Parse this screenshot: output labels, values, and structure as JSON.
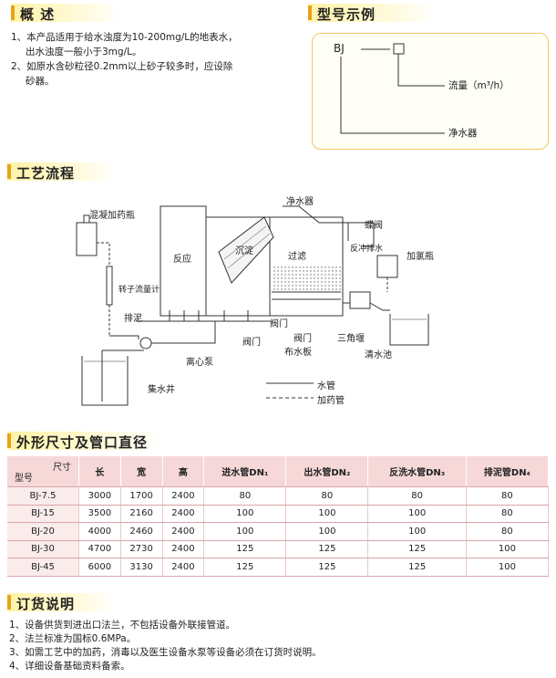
{
  "overview": {
    "title": "概 述",
    "items": [
      "1、本产品适用于给水浊度为10-200mg/L的地表水，",
      "出水浊度一般小于3mg/L。",
      "2、如原水含砂粒径0.2mm以上砂子较多时，应设除",
      "砂器。"
    ]
  },
  "model": {
    "title": "型号示例",
    "code": "BJ",
    "flow_label": "流量（m³/h）",
    "purifier_label": "净水器"
  },
  "process": {
    "title": "工艺流程",
    "labels": {
      "dosing_bottle": "混凝加药瓶",
      "purifier": "净水器",
      "butterfly_valve": "蝶阀",
      "reaction": "反应",
      "sedimentation": "沉淀",
      "filtration": "过滤",
      "backwash_drain": "反冲排水",
      "chlorine_bottle": "加氯瓶",
      "rotameter": "转子流量计",
      "sludge": "排泥",
      "valve1": "阀门",
      "valve2": "阀门",
      "valve3": "阀门",
      "pump": "离心泵",
      "triangle_weir": "三角堰",
      "plate": "布水板",
      "clear_pool": "清水池",
      "well": "集水井",
      "water_pipe": "水管",
      "dosing_pipe": "加药管"
    }
  },
  "dimensions": {
    "title": "外形尺寸及管口直径",
    "header": {
      "corner_top": "尺寸",
      "corner_bottom": "型号",
      "cols": [
        "长",
        "宽",
        "高",
        "进水管DN₁",
        "出水管DN₂",
        "反洗水管DN₃",
        "排泥管DN₄"
      ]
    },
    "rows": [
      [
        "BJ-7.5",
        "3000",
        "1700",
        "2400",
        "80",
        "80",
        "80",
        "80"
      ],
      [
        "BJ-15",
        "3500",
        "2160",
        "2400",
        "100",
        "100",
        "100",
        "80"
      ],
      [
        "BJ-20",
        "4000",
        "2460",
        "2400",
        "100",
        "100",
        "100",
        "80"
      ],
      [
        "BJ-30",
        "4700",
        "2730",
        "2400",
        "125",
        "125",
        "125",
        "100"
      ],
      [
        "BJ-45",
        "6000",
        "3130",
        "2400",
        "125",
        "125",
        "125",
        "100"
      ]
    ]
  },
  "order": {
    "title": "订货说明",
    "items": [
      "1、设备供货到进出口法兰，不包括设备外联接管道。",
      "2、法兰标准为国标0.6MPa。",
      "3、如需工艺中的加药，消毒以及医生设备水泵等设备必须在订货时说明。",
      "4、详细设备基础资料备索。"
    ]
  },
  "colors": {
    "accent": "#e7a21a",
    "table_header": "#f6d8d8",
    "model_border": "#f0c860"
  }
}
